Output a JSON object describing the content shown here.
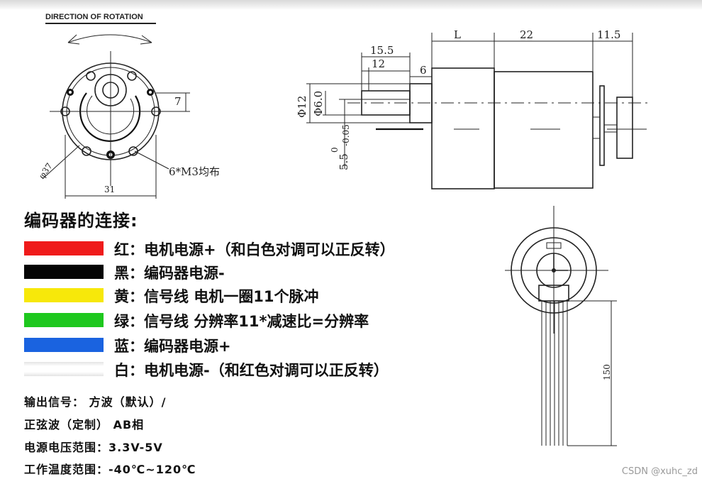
{
  "diagram": {
    "rotation_title": "DIRECTION OF ROTATION",
    "front_view": {
      "diameter_label": "φ37",
      "height_label": "7",
      "width_label": "31",
      "hole_label": "6*M3均布"
    },
    "side_view": {
      "dim_L": "L",
      "dim_22": "22",
      "dim_11_5": "11.5",
      "dim_15_5": "15.5",
      "dim_12": "12",
      "dim_6": "6",
      "shaft_dia_12": "Φ12",
      "shaft_dia_6": "Φ6.0",
      "flat_dim": "5.5",
      "flat_tol_upper": "0",
      "flat_tol_lower": "-0.05"
    },
    "cable_view": {
      "length_label": "150"
    }
  },
  "encoder": {
    "heading": "编码器的连接:",
    "wires": [
      {
        "color": "#ef1b1b",
        "label": "红：电机电源+（和白色对调可以正反转）"
      },
      {
        "color": "#050505",
        "label": "黑：编码器电源-"
      },
      {
        "color": "#f7e80a",
        "label": "黄：信号线 电机一圈11个脉冲"
      },
      {
        "color": "#1ec81e",
        "label": "绿：信号线 分辨率11*减速比=分辨率"
      },
      {
        "color": "#1a63e0",
        "label": "蓝：编码器电源+"
      },
      {
        "color": "#ffffff",
        "label": "白：电机电源-（和红色对调可以正反转）"
      }
    ]
  },
  "specs": {
    "output_signal": "输出信号：  方波（默认）/",
    "sine_wave": "正弦波（定制） AB相",
    "voltage": "电源电压范围：3.3V-5V",
    "temperature": "工作温度范围：-40℃~120℃"
  },
  "watermark": "CSDN @xuhc_zd"
}
